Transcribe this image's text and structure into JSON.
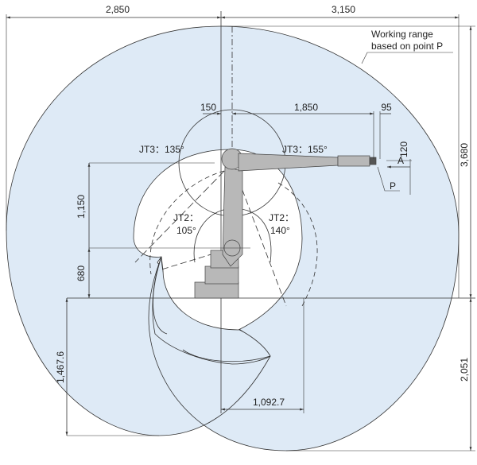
{
  "title_note": "Working range based on point P",
  "note_line1": "Working range",
  "note_line2": "based on point P",
  "point_label": "P",
  "view_label": "A",
  "dimensions": {
    "left_reach": "2,850",
    "right_reach": "3,150",
    "offset_150": "150",
    "arm_1850": "1,850",
    "wrist_95": "95",
    "wrist_120": "120",
    "total_height": "3,680",
    "upper_arm": "1,150",
    "base_height": "680",
    "below_left": "1,467.6",
    "below_right": "2,051",
    "inner_radius": "1,092.7"
  },
  "angles": {
    "jt3_back": "JT3：135°",
    "jt3_fwd": "JT3：155°",
    "jt2_back_label": "JT2：",
    "jt2_back_value": "105°",
    "jt2_fwd_label": "JT2：",
    "jt2_fwd_value": "140°"
  },
  "colors": {
    "range_fill": "#deeaf6",
    "line": "#333333",
    "robot": "#b8b8b8"
  }
}
